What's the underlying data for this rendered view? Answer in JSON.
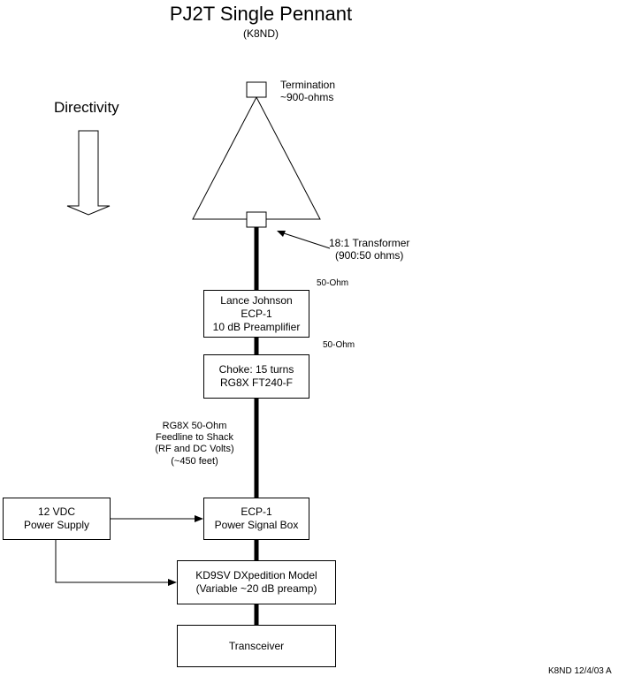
{
  "title": "PJ2T Single Pennant",
  "subtitle": "(K8ND)",
  "directivity_label": "Directivity",
  "termination_label": "Termination\n~900-ohms",
  "transformer_label": "18:1 Transformer\n(900:50 ohms)",
  "ohm_label_1": "50-Ohm",
  "ohm_label_2": "50-Ohm",
  "feedline_label": "RG8X 50-Ohm\nFeedline to Shack\n(RF and DC Volts)\n(~450 feet)",
  "boxes": {
    "preamp": "Lance Johnson\nECP-1\n10 dB Preamplifier",
    "choke": "Choke: 15 turns\nRG8X FT240-F",
    "power_supply": "12 VDC\nPower Supply",
    "signal_box": "ECP-1\nPower Signal Box",
    "dxpedition": "KD9SV DXpedition Model\n(Variable ~20 dB preamp)",
    "transceiver": "Transceiver"
  },
  "footer": "K8ND 12/4/03 A"
}
